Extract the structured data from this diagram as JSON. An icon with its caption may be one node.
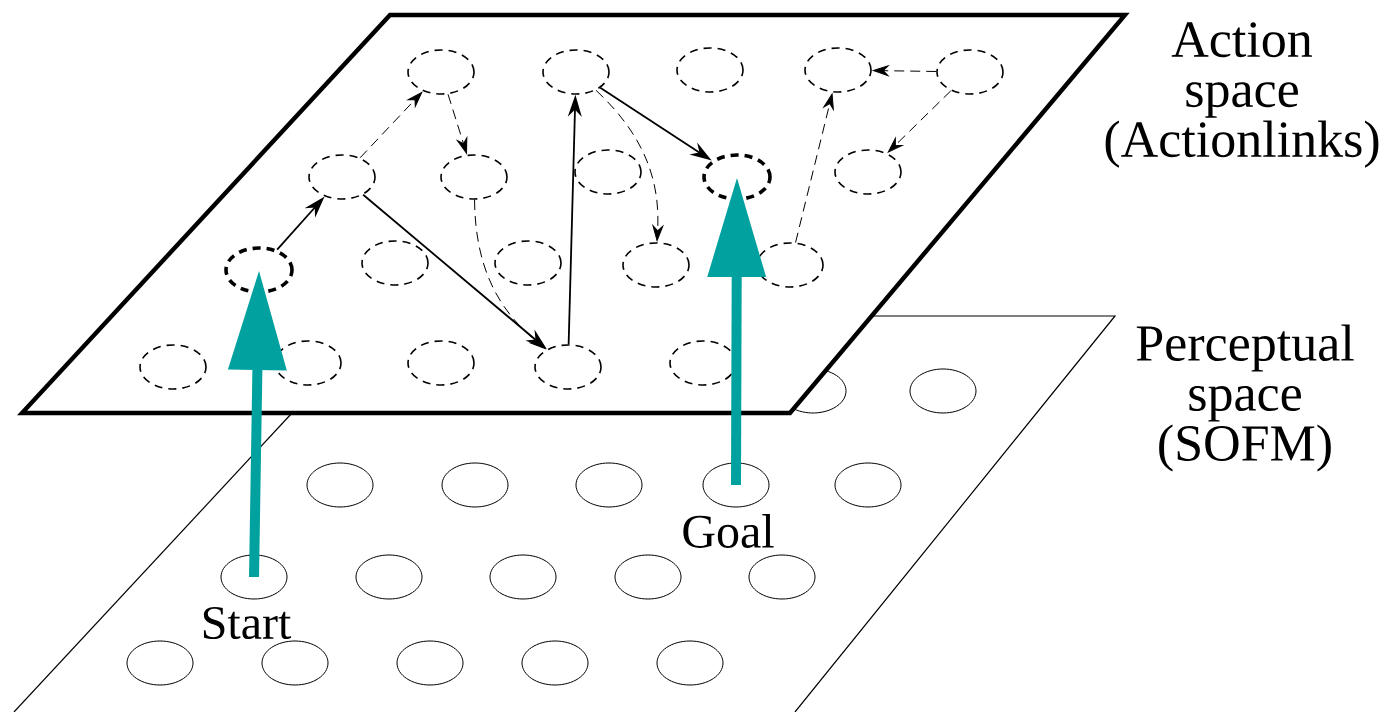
{
  "diagram": {
    "nodes": [
      {
        "text": [
          "Action space (Actionlinks)"
        ]
      },
      {
        "text": [],
        "shape": "circle",
        "in": 0
      },
      {
        "text": [],
        "shape": "circle",
        "in": 0
      },
      {
        "text": [],
        "shape": "circle",
        "in": 0
      },
      {
        "text": [],
        "shape": "circle",
        "in": 0
      },
      {
        "text": [],
        "shape": "circle",
        "in": 0
      },
      {
        "text": [],
        "shape": "circle",
        "in": 0
      },
      {
        "text": [],
        "shape": "circle",
        "in": 0
      },
      {
        "text": [],
        "shape": "circle",
        "in": 0
      },
      {
        "text": [],
        "shape": "circle",
        "in": 0
      },
      {
        "text": [],
        "shape": "circle",
        "in": 0
      },
      {
        "text": [],
        "shape": "circle",
        "in": 0
      },
      {
        "text": [],
        "shape": "circle",
        "in": 0
      },
      {
        "text": [],
        "shape": "circle",
        "in": 0
      },
      {
        "text": [],
        "shape": "circle",
        "in": 0
      },
      {
        "text": [],
        "shape": "circle",
        "in": 0
      },
      {
        "text": [],
        "shape": "circle"
      },
      {
        "text": [],
        "shape": "circle"
      },
      {
        "text": [],
        "shape": "circle"
      },
      {
        "text": [],
        "shape": "circle"
      },
      {
        "text": [],
        "shape": "circle"
      },
      {
        "text": [
          "Perceptual space (SOFM)"
        ]
      },
      {
        "text": [],
        "shape": "circle",
        "in": 21
      },
      {
        "text": [],
        "shape": "circle",
        "in": 21
      },
      {
        "text": [],
        "shape": "circle",
        "in": 21
      },
      {
        "text": [],
        "shape": "circle",
        "in": 21
      },
      {
        "text": [],
        "shape": "circle",
        "in": 21
      },
      {
        "text": [],
        "shape": "circle",
        "in": 21,
        "beside": [
          "Goal"
        ]
      },
      {
        "text": [],
        "shape": "circle",
        "in": 21
      },
      {
        "text": [],
        "shape": "circle",
        "in": 21,
        "beside": [
          "Start"
        ]
      },
      {
        "text": [],
        "shape": "circle",
        "in": 21
      },
      {
        "text": [],
        "shape": "circle",
        "in": 21
      },
      {
        "text": [],
        "shape": "circle",
        "in": 21
      },
      {
        "text": [],
        "shape": "circle",
        "in": 21
      },
      {
        "text": [],
        "shape": "circle",
        "in": 21
      },
      {
        "text": [],
        "shape": "circle",
        "in": 21
      },
      {
        "text": [],
        "shape": "circle",
        "in": 21
      },
      {
        "text": [],
        "shape": "circle",
        "in": 21
      },
      {
        "text": [],
        "shape": "circle",
        "in": 21
      }
    ],
    "edges": [
      {
        "from": 11,
        "to": 6,
        "arrow": "to"
      },
      {
        "from": 6,
        "to": 19,
        "arrow": "to"
      },
      {
        "from": 19,
        "to": 2,
        "arrow": "to"
      },
      {
        "from": 2,
        "to": 9,
        "arrow": "to"
      },
      {
        "from": 6,
        "to": 1,
        "arrow": "to",
        "style": "dashed"
      },
      {
        "from": 1,
        "to": 7,
        "arrow": "to",
        "style": "dashed"
      },
      {
        "from": 7,
        "to": 19,
        "arrow": "to",
        "style": "dashed"
      },
      {
        "from": 2,
        "to": 14,
        "arrow": "to",
        "style": "dashed"
      },
      {
        "from": 15,
        "to": 4,
        "arrow": "to",
        "style": "dashed"
      },
      {
        "from": 5,
        "to": 4,
        "arrow": "to",
        "style": "dashed"
      },
      {
        "from": 5,
        "to": 10,
        "arrow": "to",
        "style": "dashed"
      },
      {
        "from": 29,
        "to": 11,
        "arrow": "to",
        "style": "thick",
        "color": "#00a19e"
      },
      {
        "from": 27,
        "to": 9,
        "arrow": "to",
        "style": "thick",
        "color": "#00a19e"
      }
    ]
  }
}
